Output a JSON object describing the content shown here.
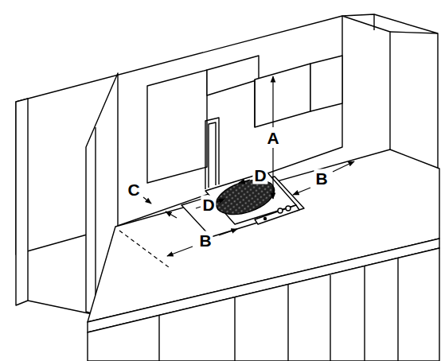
{
  "diagram": {
    "labels": [
      "A",
      "D",
      "B",
      "C",
      "D",
      "B"
    ]
  }
}
